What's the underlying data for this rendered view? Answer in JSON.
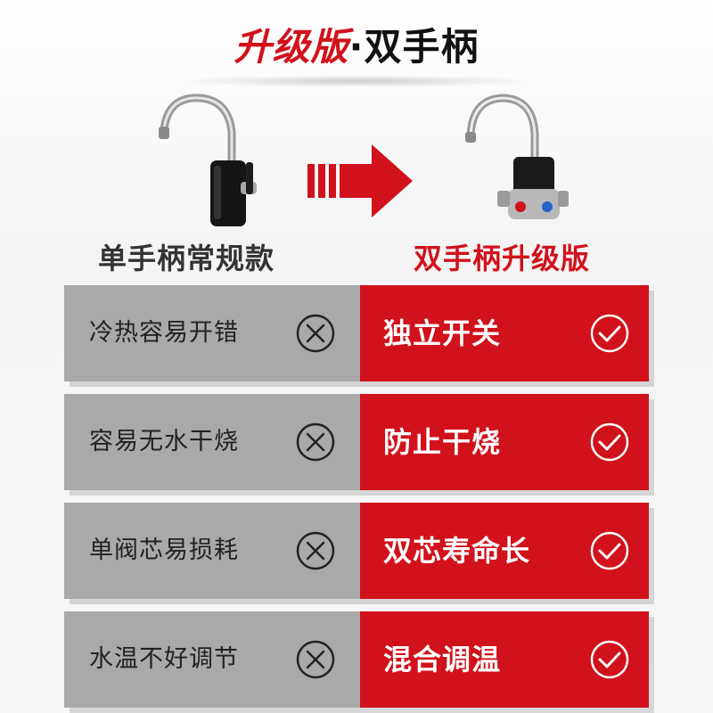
{
  "title": {
    "highlight": "升级版",
    "separator": "·",
    "main": "双手柄"
  },
  "comparison": {
    "left_caption": "单手柄常规款",
    "right_caption": "双手柄升级版"
  },
  "rows": [
    {
      "con": "冷热容易开错",
      "pro": "独立开关"
    },
    {
      "con": "容易无水干烧",
      "pro": "防止干烧"
    },
    {
      "con": "单阀芯易损耗",
      "pro": "双芯寿命长"
    },
    {
      "con": "水温不好调节",
      "pro": "混合调温"
    }
  ],
  "icons": {
    "con": "x-circle-icon",
    "pro": "check-circle-icon",
    "arrow": "arrow-right-icon"
  },
  "colors": {
    "accent": "#d1111b",
    "grey_panel": "#a9a9a9",
    "dark_text": "#222222"
  }
}
